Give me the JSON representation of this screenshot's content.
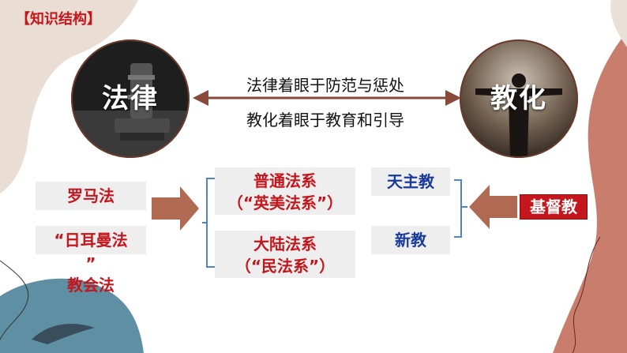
{
  "header": {
    "tag": "【知识结构】"
  },
  "left_circle": {
    "label": "法律"
  },
  "right_circle": {
    "label": "教化"
  },
  "center": {
    "line1": "法律着眼于防范与惩处",
    "line2": "教化着眼于教育和引导"
  },
  "sources": {
    "roman_law": "罗马法",
    "germanic_law_a": "“日耳曼法",
    "germanic_law_b": "”",
    "canon_law": "教会法"
  },
  "legal_systems": [
    {
      "line1": "普通法系",
      "line2": "（“英美法系”）"
    },
    {
      "line1": "大陆法系",
      "line2": "（“民法系”）"
    }
  ],
  "branches": {
    "catholic": "天主教",
    "protestant": "新教"
  },
  "christianity": {
    "label": "基督教"
  },
  "colors": {
    "accent_red": "#c4161c",
    "accent_blue": "#1a3b9c",
    "arrow_brown": "#b06a52",
    "bracket_blue": "#4a86c8",
    "circle_border": "#6b3a2a"
  }
}
